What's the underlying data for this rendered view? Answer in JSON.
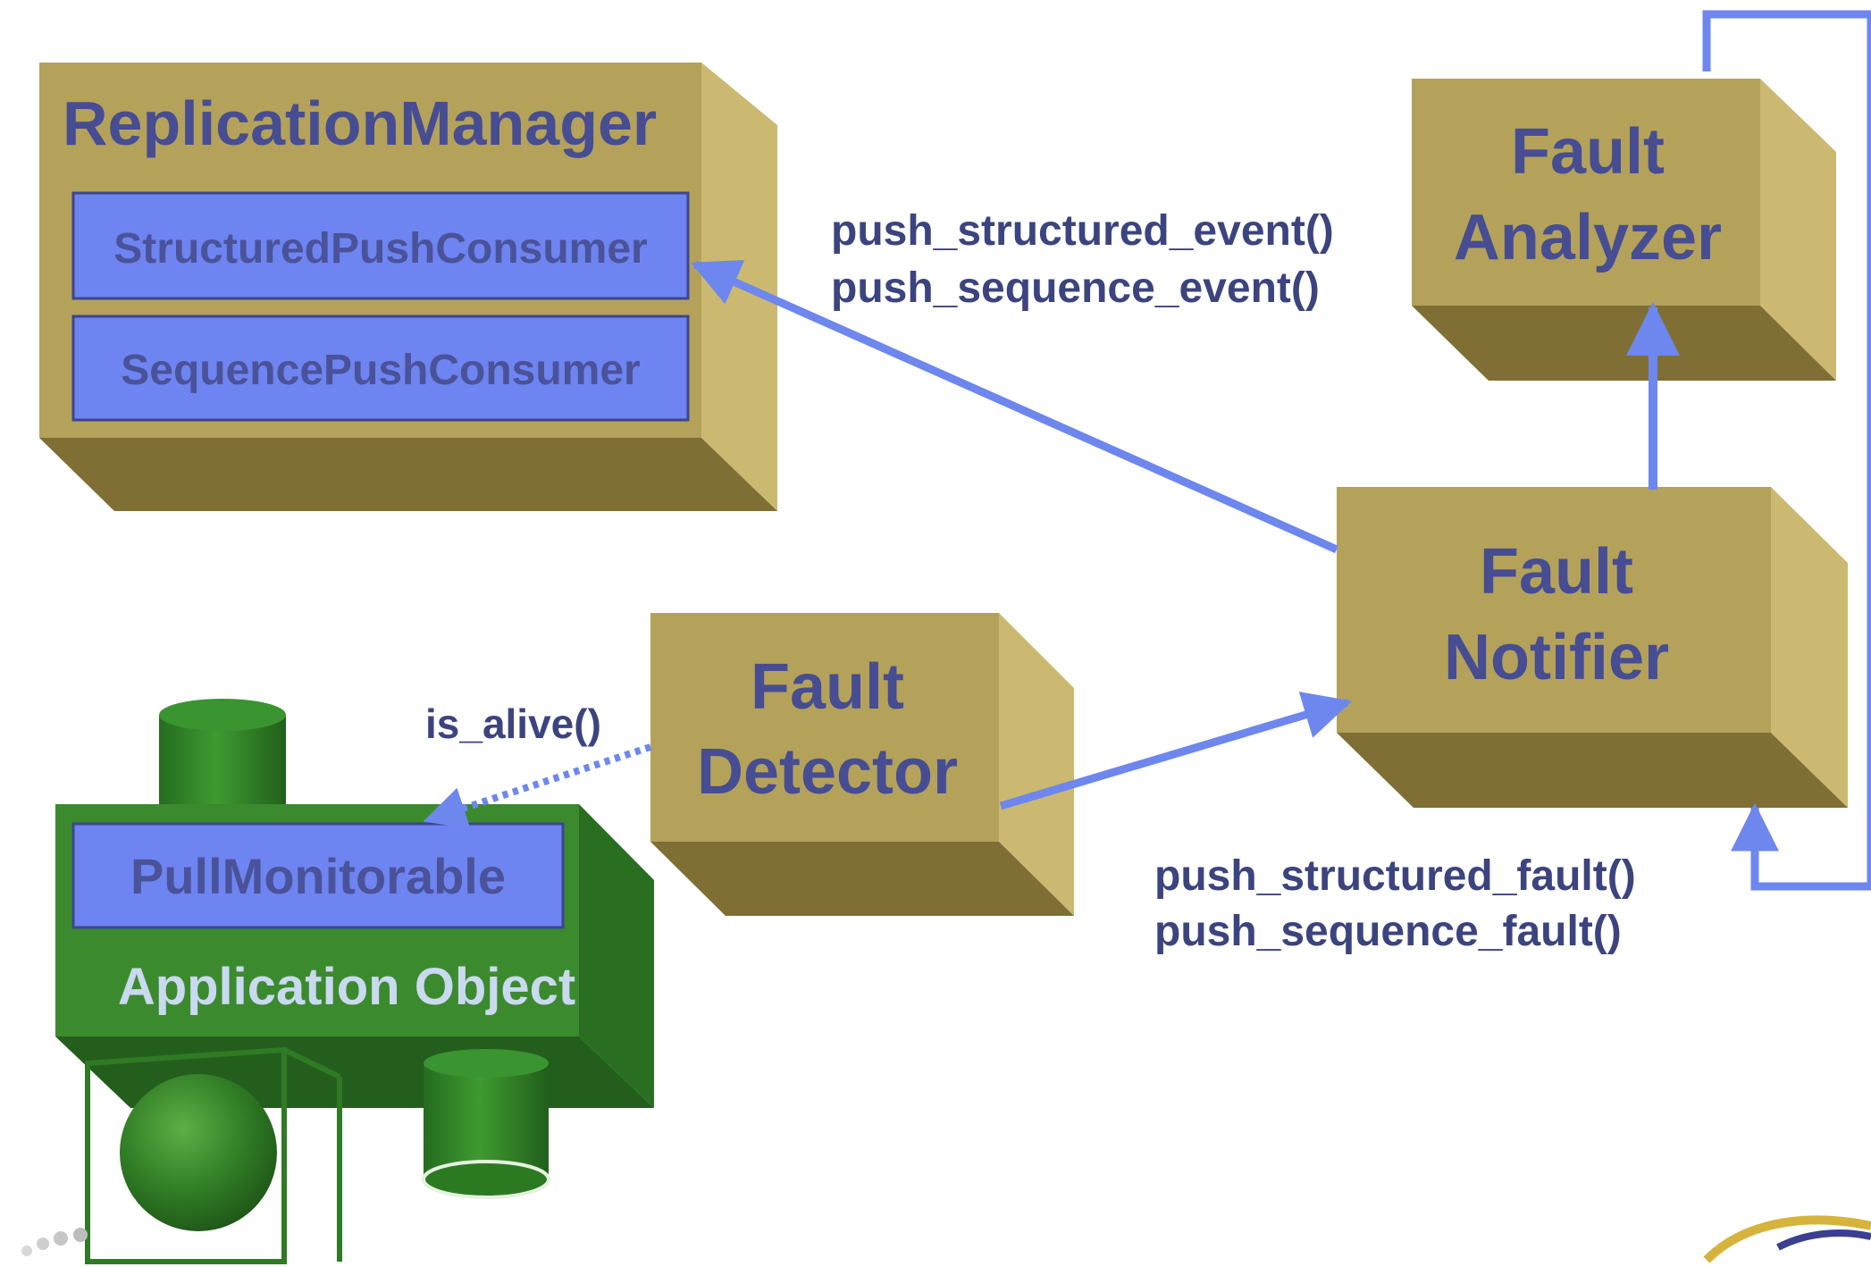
{
  "components": {
    "replication_manager": {
      "title": "ReplicationManager",
      "interfaces": [
        "StructuredPushConsumer",
        "SequencePushConsumer"
      ]
    },
    "fault_analyzer": {
      "title_lines": [
        "Fault",
        "Analyzer"
      ]
    },
    "fault_notifier": {
      "title_lines": [
        "Fault",
        "Notifier"
      ]
    },
    "fault_detector": {
      "title_lines": [
        "Fault",
        "Detector"
      ]
    },
    "application_object": {
      "title": "Application Object",
      "interface": "PullMonitorable"
    }
  },
  "connections": {
    "notifier_to_manager": {
      "labels": [
        "push_structured_event()",
        "push_sequence_event()"
      ]
    },
    "detector_to_object": {
      "label": "is_alive()"
    },
    "to_notifier": {
      "labels": [
        "push_structured_fault()",
        "push_sequence_fault()"
      ]
    }
  },
  "colors": {
    "box_front": "#b4a25a",
    "box_top": "#9d8b45",
    "box_side": "#cbb971",
    "box_bottom": "#7f6f35",
    "interface_fill": "#6e84f0",
    "arrow": "#6d87ee",
    "text": "#464d93",
    "app_green": "#3c8a2e"
  }
}
